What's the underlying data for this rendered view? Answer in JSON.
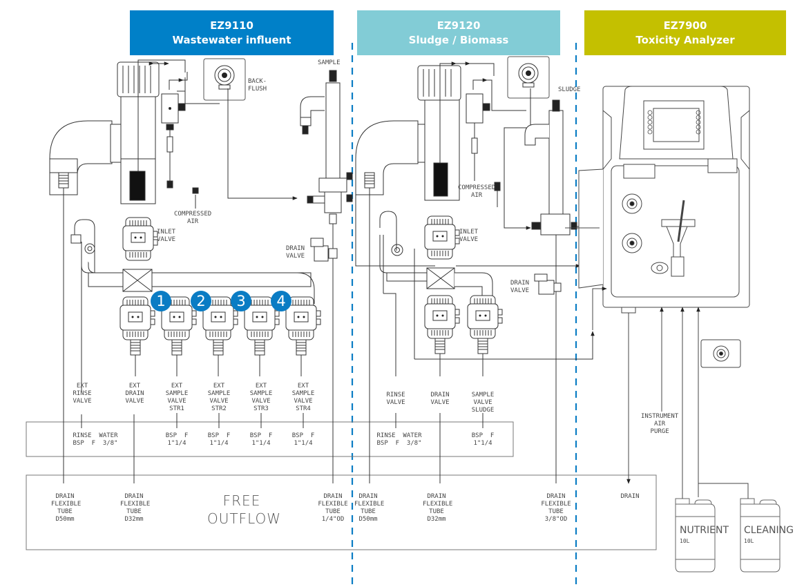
{
  "headers": [
    {
      "code": "EZ9110",
      "name": "Wastewater influent",
      "color": "#0080c8"
    },
    {
      "code": "EZ9120",
      "name": "Sludge / Biomass",
      "color": "#82ccd6"
    },
    {
      "code": "EZ7900",
      "name": "Toxicity Analyzer",
      "color": "#c4c000"
    }
  ],
  "divider_color": "#0a7cc4",
  "stream_badges": [
    "1",
    "2",
    "3",
    "4"
  ],
  "labels": {
    "sample": "SAMPLE",
    "backflush": "BACK-\nFLUSH",
    "compressed_air_1": "COMPRESSED\nAIR",
    "compressed_air_2": "COMPRESSED\nAIR",
    "inlet_valve_1": "INLET\nVALVE",
    "inlet_valve_2": "INLET\nVALVE",
    "drain_valve_1": "DRAIN\nVALVE",
    "drain_valve_2": "DRAIN\nVALVE",
    "sludge": "SLUDGE",
    "instrument_air_purge": "INSTRUMENT\nAIR\nPURGE"
  },
  "valve_labels": [
    "EXT\nRINSE\nVALVE",
    "EXT\nDRAIN\nVALVE",
    "EXT\nSAMPLE\nVALVE\nSTR1",
    "EXT\nSAMPLE\nVALVE\nSTR2",
    "EXT\nSAMPLE\nVALVE\nSTR3",
    "EXT\nSAMPLE\nVALVE\nSTR4",
    "RINSE\nVALVE",
    "DRAIN\nVALVE",
    "SAMPLE\nVALVE\nSLUDGE"
  ],
  "connection_labels": [
    "RINSE  WATER\nBSP  F  3/8\"",
    "BSP  F\n1\"1/4",
    "BSP  F\n1\"1/4",
    "BSP  F\n1\"1/4",
    "BSP  F\n1\"1/4",
    "RINSE  WATER\nBSP  F  3/8\"",
    "BSP  F\n1\"1/4"
  ],
  "drain_labels": [
    "DRAIN\nFLEXIBLE\nTUBE\nD50mm",
    "DRAIN\nFLEXIBLE\nTUBE\nD32mm",
    "DRAIN\nFLEXIBLE\nTUBE\n1/4\"OD",
    "DRAIN\nFLEXIBLE\nTUBE\nD50mm",
    "DRAIN\nFLEXIBLE\nTUBE\nD32mm",
    "DRAIN\nFLEXIBLE\nTUBE\n3/8\"OD",
    "DRAIN"
  ],
  "free_outflow": "FREE\nOUTFLOW",
  "tanks": [
    {
      "name": "NUTRIENT",
      "volume": "10L"
    },
    {
      "name": "CLEANING",
      "volume": "10L"
    }
  ]
}
